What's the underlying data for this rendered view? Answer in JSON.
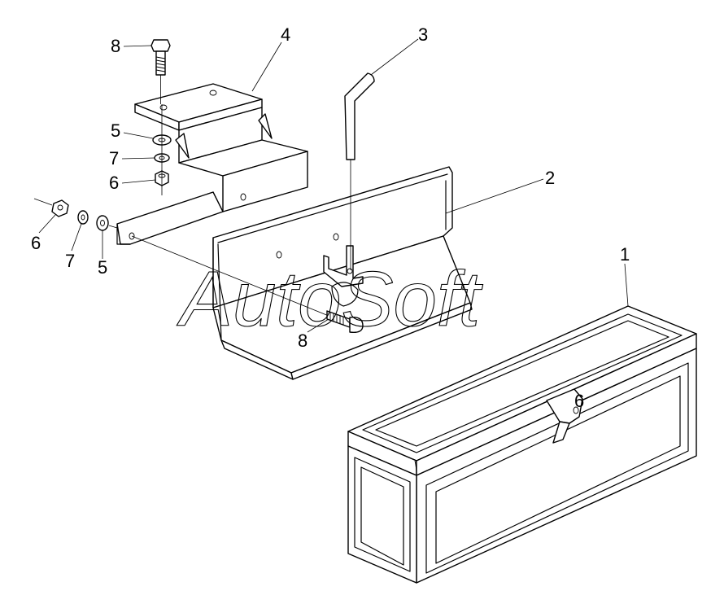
{
  "diagram": {
    "watermark": "AutoSoft",
    "callouts": [
      {
        "id": "c1",
        "label": "1"
      },
      {
        "id": "c2",
        "label": "2"
      },
      {
        "id": "c3",
        "label": "3"
      },
      {
        "id": "c4",
        "label": "4"
      },
      {
        "id": "c5a",
        "label": "5"
      },
      {
        "id": "c5b",
        "label": "5"
      },
      {
        "id": "c6a",
        "label": "6"
      },
      {
        "id": "c6b",
        "label": "6"
      },
      {
        "id": "c6c",
        "label": "6"
      },
      {
        "id": "c7a",
        "label": "7"
      },
      {
        "id": "c7b",
        "label": "7"
      },
      {
        "id": "c8a",
        "label": "8"
      },
      {
        "id": "c8b",
        "label": "8"
      }
    ]
  }
}
